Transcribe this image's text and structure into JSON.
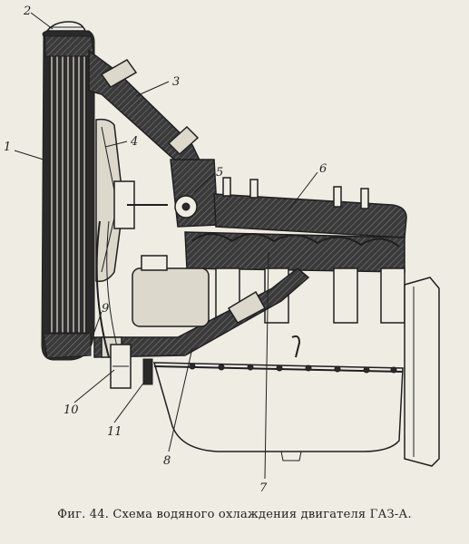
{
  "caption": "Фиг. 44. Схема водяного охлаждения двигателя ГАЗ-А.",
  "callouts": [
    "1",
    "2",
    "3",
    "4",
    "5",
    "6",
    "7",
    "8",
    "9",
    "10",
    "11"
  ]
}
